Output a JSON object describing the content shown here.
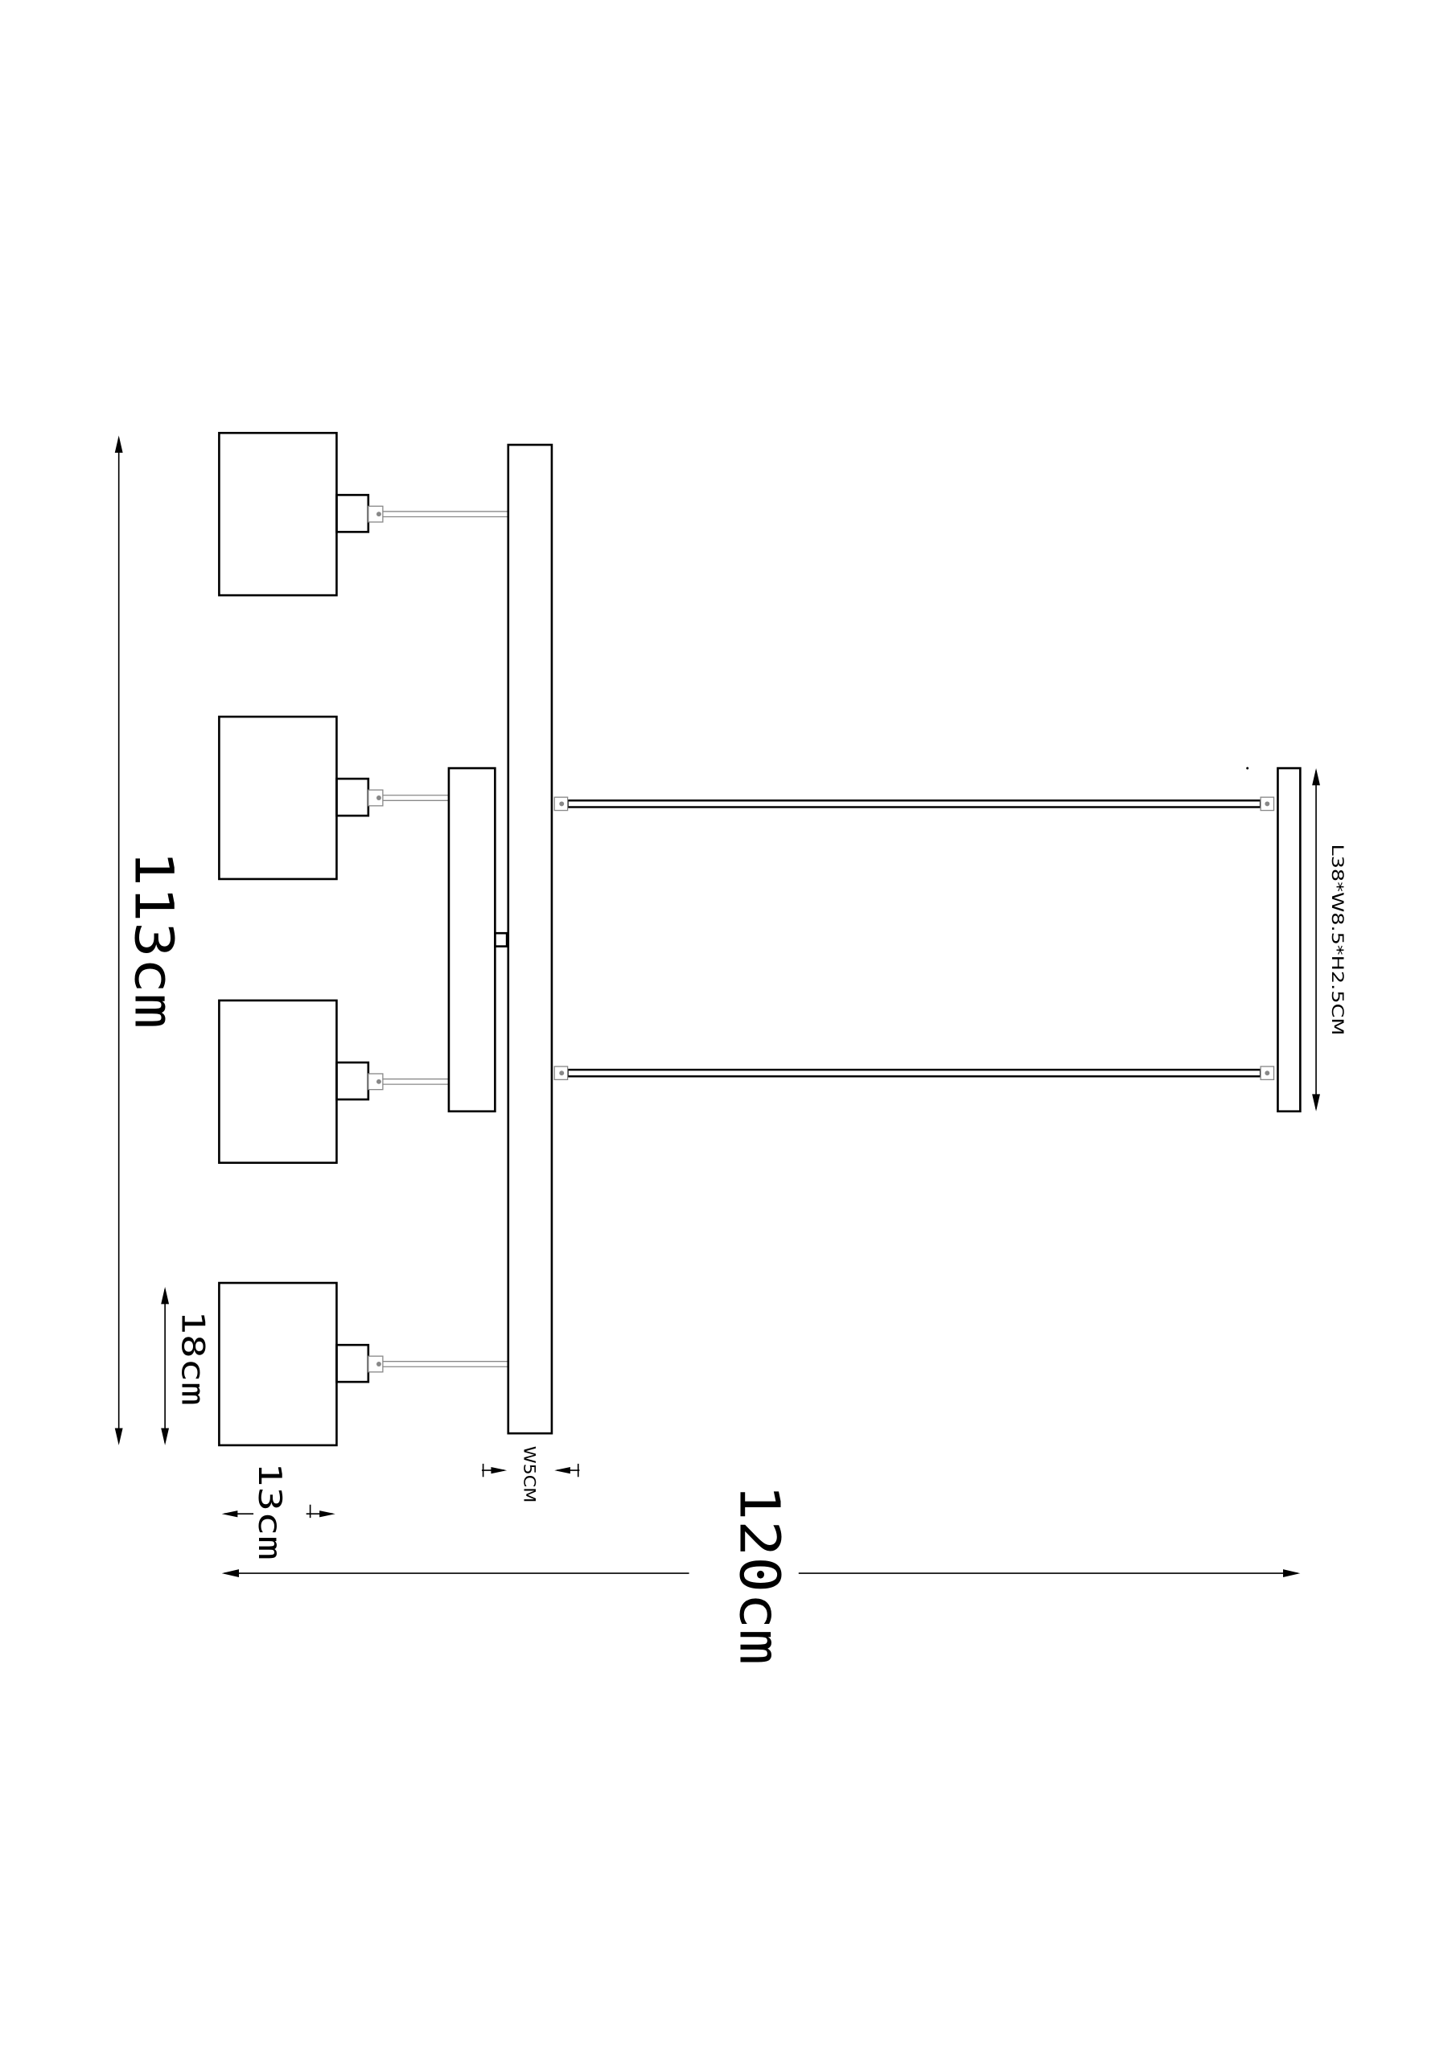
{
  "diagram": {
    "overall_height_label": "113cm",
    "overall_width_label": "120cm",
    "shade_height_label": "18cm",
    "shade_width_label": "13cm",
    "bar_width_label": "W5CM",
    "canopy_size_label": "L38*W8.5*H2.5CM"
  },
  "colors": {
    "line": "#000000",
    "cable": "#888888",
    "background": "#ffffff"
  }
}
